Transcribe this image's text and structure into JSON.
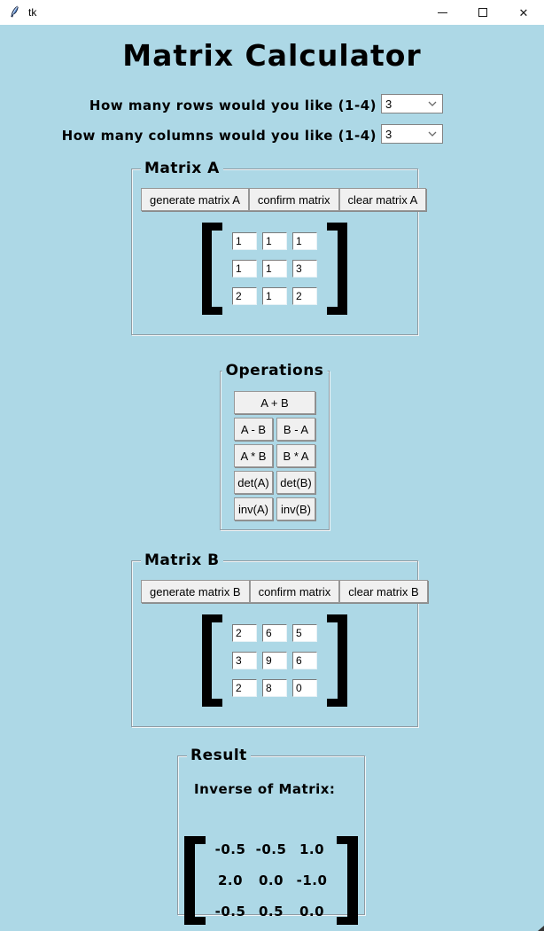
{
  "window": {
    "title": "tk"
  },
  "app": {
    "title": "Matrix Calculator"
  },
  "selectors": {
    "rows": {
      "label": "How many rows would you like (1-4)",
      "value": "3"
    },
    "cols": {
      "label": "How many columns would you like (1-4)",
      "value": "3"
    }
  },
  "matrixA": {
    "legend": "Matrix A",
    "buttons": [
      "generate matrix A",
      "confirm matrix",
      "clear matrix A"
    ],
    "values": [
      [
        "1",
        "1",
        "1"
      ],
      [
        "1",
        "1",
        "3"
      ],
      [
        "2",
        "1",
        "2"
      ]
    ]
  },
  "operations": {
    "legend": "Operations",
    "buttons": [
      "A + B",
      "A - B",
      "B - A",
      "A * B",
      "B * A",
      "det(A)",
      "det(B)",
      "inv(A)",
      "inv(B)"
    ]
  },
  "matrixB": {
    "legend": "Matrix B",
    "buttons": [
      "generate matrix B",
      "confirm matrix",
      "clear matrix B"
    ],
    "values": [
      [
        "2",
        "6",
        "5"
      ],
      [
        "3",
        "9",
        "6"
      ],
      [
        "2",
        "8",
        "0"
      ]
    ]
  },
  "result": {
    "legend": "Result",
    "caption": "Inverse of Matrix:",
    "values": [
      [
        "-0.5",
        "-0.5",
        "1.0"
      ],
      [
        "2.0",
        "0.0",
        "-1.0"
      ],
      [
        "-0.5",
        "0.5",
        "0.0"
      ]
    ]
  },
  "colors": {
    "background": "#add8e6",
    "titlebar": "#ffffff",
    "button_face": "#f0f0f0",
    "text": "#000000"
  }
}
